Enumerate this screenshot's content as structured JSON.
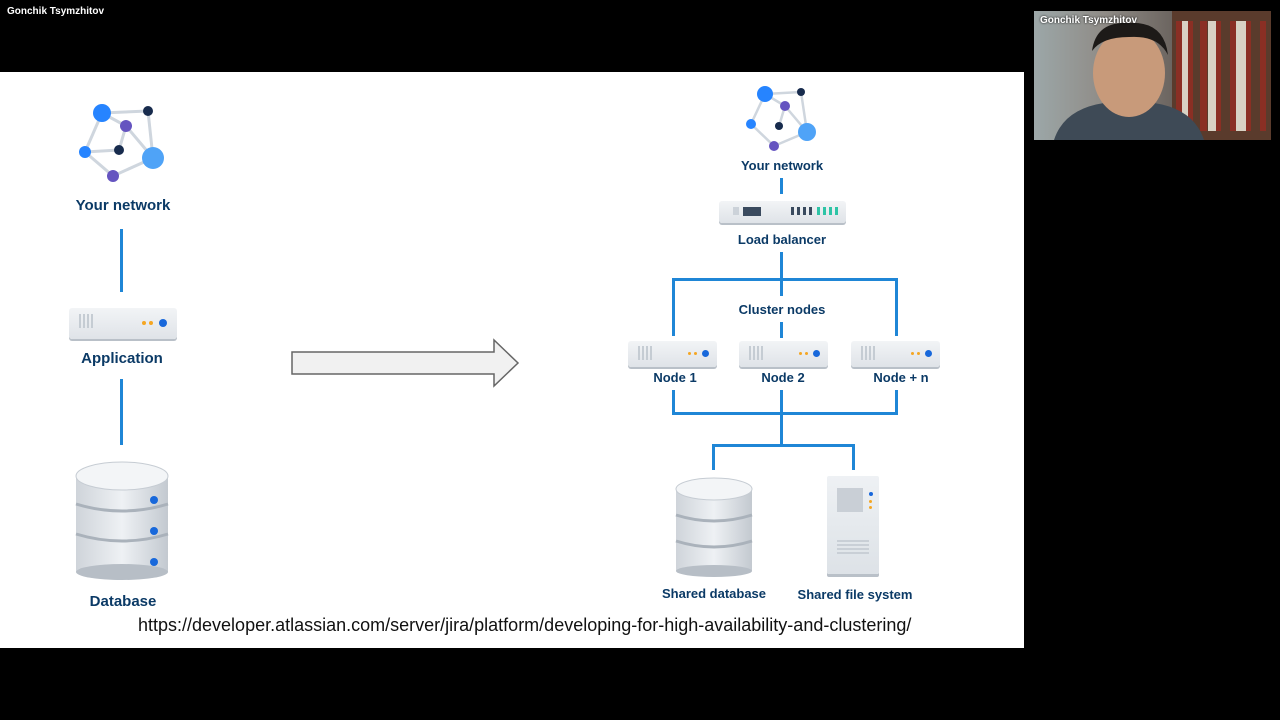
{
  "meeting": {
    "presenter_name": "Gonchik Tsymzhitov",
    "webcam_name": "Gonchik Tsymzhitov"
  },
  "slide": {
    "left": {
      "network_label": "Your network",
      "application_label": "Application",
      "database_label": "Database"
    },
    "right": {
      "network_label": "Your network",
      "load_balancer_label": "Load balancer",
      "cluster_label": "Cluster nodes",
      "nodes": [
        "Node 1",
        "Node 2",
        "Node + n"
      ],
      "shared_database_label": "Shared database",
      "shared_fs_label": "Shared file system"
    },
    "url": "https://developer.atlassian.com/server/jira/platform/developing-for-high-availability-and-clustering/"
  },
  "colors": {
    "line_blue": "#1f86d6",
    "label_navy": "#0b3a66",
    "accent_orange": "#f5a623",
    "accent_blue": "#1868db"
  }
}
